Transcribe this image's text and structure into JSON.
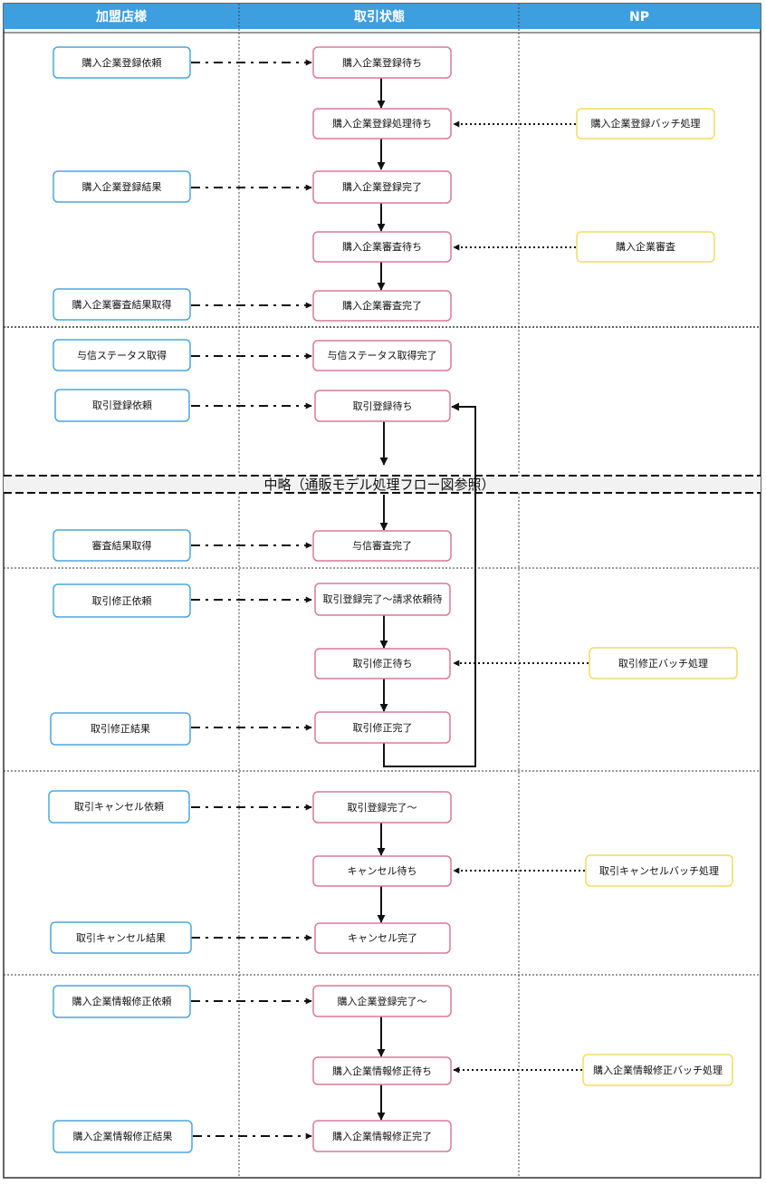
{
  "colors": {
    "header_bg": "#3d9ee0",
    "merchant_border": "#4da6dc",
    "state_border": "#d97a96",
    "np_border": "#f2dc62"
  },
  "lanes": [
    {
      "id": "merchant",
      "label": "加盟店様"
    },
    {
      "id": "state",
      "label": "取引状態"
    },
    {
      "id": "np",
      "label": "NP"
    }
  ],
  "banner": "中略（通販モデル処理フロー図参照）",
  "merchant_boxes": [
    {
      "id": "m1",
      "label": "購入企業登録依頼"
    },
    {
      "id": "m2",
      "label": "購入企業登録結果"
    },
    {
      "id": "m3",
      "label": "購入企業審査結果取得"
    },
    {
      "id": "m4",
      "label": "与信ステータス取得"
    },
    {
      "id": "m5",
      "label": "取引登録依頼"
    },
    {
      "id": "m6",
      "label": "審査結果取得"
    },
    {
      "id": "m7",
      "label": "取引修正依頼"
    },
    {
      "id": "m8",
      "label": "取引修正結果"
    },
    {
      "id": "m9",
      "label": "取引キャンセル依頼"
    },
    {
      "id": "m10",
      "label": "取引キャンセル結果"
    },
    {
      "id": "m11",
      "label": "購入企業情報修正依頼"
    },
    {
      "id": "m12",
      "label": "購入企業情報修正結果"
    }
  ],
  "state_boxes": [
    {
      "id": "s1",
      "label": "購入企業登録待ち"
    },
    {
      "id": "s2",
      "label": "購入企業登録処理待ち"
    },
    {
      "id": "s3",
      "label": "購入企業登録完了"
    },
    {
      "id": "s4",
      "label": "購入企業審査待ち"
    },
    {
      "id": "s5",
      "label": "購入企業審査完了"
    },
    {
      "id": "s6",
      "label": "与信ステータス取得完了"
    },
    {
      "id": "s7",
      "label": "取引登録待ち"
    },
    {
      "id": "s8",
      "label": "与信審査完了"
    },
    {
      "id": "s9",
      "label": "取引登録完了～請求依頼待"
    },
    {
      "id": "s10",
      "label": "取引修正待ち"
    },
    {
      "id": "s11",
      "label": "取引修正完了"
    },
    {
      "id": "s12",
      "label": "取引登録完了～"
    },
    {
      "id": "s13",
      "label": "キャンセル待ち"
    },
    {
      "id": "s14",
      "label": "キャンセル完了"
    },
    {
      "id": "s15",
      "label": "購入企業登録完了～"
    },
    {
      "id": "s16",
      "label": "購入企業情報修正待ち"
    },
    {
      "id": "s17",
      "label": "購入企業情報修正完了"
    }
  ],
  "np_boxes": [
    {
      "id": "n1",
      "label": "購入企業登録バッチ処理"
    },
    {
      "id": "n2",
      "label": "購入企業審査"
    },
    {
      "id": "n3",
      "label": "取引修正バッチ処理"
    },
    {
      "id": "n4",
      "label": "取引キャンセルバッチ処理"
    },
    {
      "id": "n5",
      "label": "購入企業情報修正バッチ処理"
    }
  ]
}
